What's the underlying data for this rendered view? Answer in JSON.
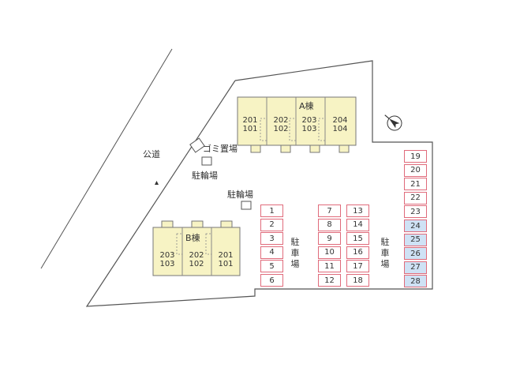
{
  "road_label": "公道",
  "building_a": {
    "name": "A棟",
    "units": [
      {
        "upper": "201",
        "lower": "101"
      },
      {
        "upper": "202",
        "lower": "102"
      },
      {
        "upper": "203",
        "lower": "103"
      },
      {
        "upper": "204",
        "lower": "104"
      }
    ]
  },
  "building_b": {
    "name": "B棟",
    "units": [
      {
        "upper": "203",
        "lower": "103"
      },
      {
        "upper": "202",
        "lower": "102"
      },
      {
        "upper": "201",
        "lower": "101"
      }
    ]
  },
  "facilities": {
    "garbage": "ゴミ置場",
    "bicycle_1": "駐輪場",
    "bicycle_2": "駐輪場"
  },
  "parking_label": "駐車場",
  "parking_left": [
    "1",
    "2",
    "3",
    "4",
    "5",
    "6"
  ],
  "parking_mid_a": [
    "7",
    "8",
    "9",
    "10",
    "11",
    "12"
  ],
  "parking_mid_b": [
    "13",
    "14",
    "15",
    "16",
    "17",
    "18"
  ],
  "parking_right": [
    {
      "num": "19",
      "highlight": false
    },
    {
      "num": "20",
      "highlight": false
    },
    {
      "num": "21",
      "highlight": false
    },
    {
      "num": "22",
      "highlight": false
    },
    {
      "num": "23",
      "highlight": false
    },
    {
      "num": "24",
      "highlight": true
    },
    {
      "num": "25",
      "highlight": true
    },
    {
      "num": "26",
      "highlight": true
    },
    {
      "num": "27",
      "highlight": true
    },
    {
      "num": "28",
      "highlight": true
    }
  ],
  "colors": {
    "building_fill": "#f7f3c4",
    "parking_border": "#e06b7b",
    "parking_highlight": "#cfe2f5",
    "outline": "#555555"
  }
}
